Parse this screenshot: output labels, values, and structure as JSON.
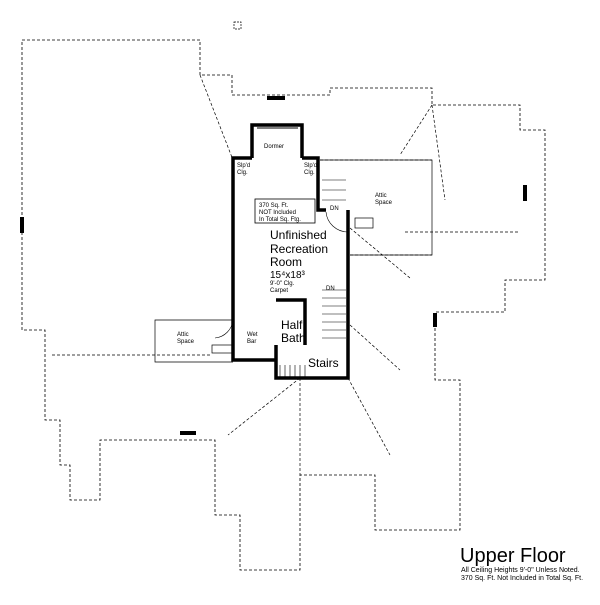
{
  "plan": {
    "title": "Upper Floor",
    "notes": [
      "All Ceiling Heights 9'-0\" Unless Noted.",
      "370 Sq. Ft. Not Included in Total Sq. Ft."
    ],
    "labels": {
      "dormer": "Dormer",
      "sloped_ceiling_left": [
        "Slp'd",
        "Clg."
      ],
      "sloped_ceiling_right": [
        "Slp'd",
        "Clg."
      ],
      "note_box": [
        "370 Sq. Ft.",
        "NOT Included",
        "In Total Sq. Ftg."
      ],
      "room_name": [
        "Unfinished",
        "Recreation",
        "Room"
      ],
      "room_dims": "15⁴x18³",
      "room_ceiling": "9'-0\" Clg.",
      "room_floor": "Carpet",
      "attic_right": [
        "Attic",
        "Space"
      ],
      "attic_left": [
        "Attic",
        "Space"
      ],
      "dn_upper": "DN",
      "dn_lower": "DN",
      "half_bath": [
        "Half",
        "Bath"
      ],
      "wet_bar": [
        "Wet",
        "Bar"
      ],
      "stairs": "Stairs"
    }
  }
}
